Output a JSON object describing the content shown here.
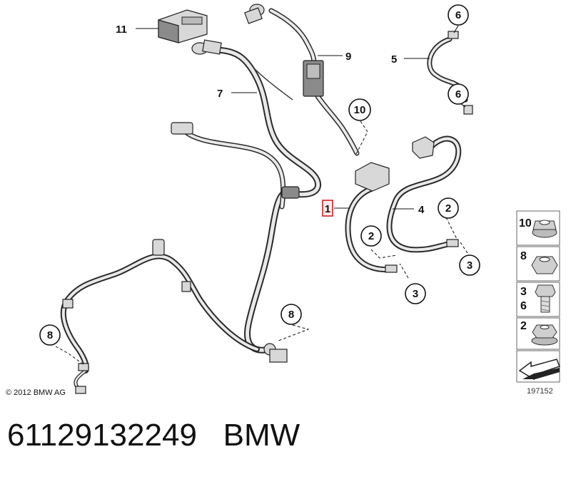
{
  "callouts": {
    "c11": "11",
    "c9": "9",
    "c7": "7",
    "c5": "5",
    "c6a": "6",
    "c6b": "6",
    "c10": "10",
    "c1": "1",
    "c4": "4",
    "c2a": "2",
    "c2b": "2",
    "c3a": "3",
    "c3b": "3",
    "c8a": "8",
    "c8b": "8"
  },
  "side_panel": {
    "items": [
      {
        "labels": [
          "10"
        ],
        "icon": "flange-nut-icon"
      },
      {
        "labels": [
          "8"
        ],
        "icon": "hex-nut-icon"
      },
      {
        "labels": [
          "3",
          "6"
        ],
        "icon": "hex-bolt-icon"
      },
      {
        "labels": [
          "2"
        ],
        "icon": "flange-hex-nut-icon"
      }
    ],
    "arrow_icon": "direction-arrow-icon"
  },
  "diagram_number": "197152",
  "copyright": "© 2012 BMW AG",
  "footer": {
    "part_number": "61129132249",
    "brand": "BMW"
  },
  "colors": {
    "highlight": "#d33b3b",
    "cable_outline": "#2a2a2a",
    "cable_fill": "#e9e9e9"
  }
}
